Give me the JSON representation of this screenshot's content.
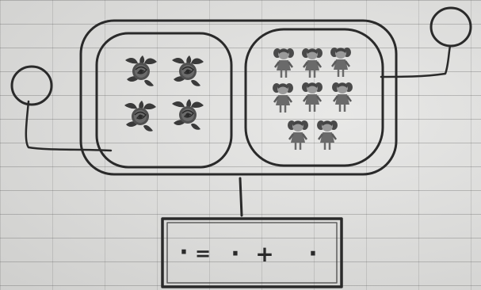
{
  "diagram": {
    "left_part": {
      "item": "rose",
      "item_icon": "rose-flower-icon",
      "count": 4
    },
    "right_part": {
      "item": "doll",
      "item_icon": "doll-figure-icon",
      "count": 8
    },
    "equation": {
      "dot1": "·",
      "equals": "=",
      "dot2": "·",
      "plus": "+",
      "dot3": "·"
    },
    "ink_color": "#2a2a2a",
    "paper_color": "#dcdcda"
  }
}
